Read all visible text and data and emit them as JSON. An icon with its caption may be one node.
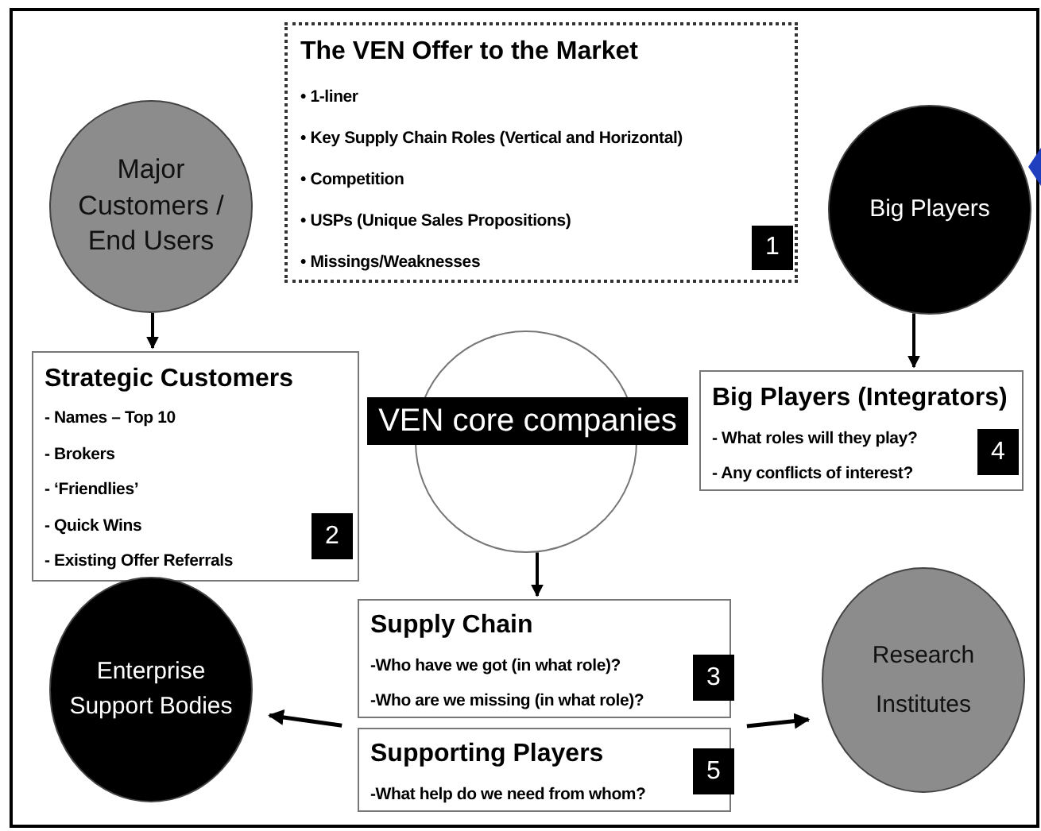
{
  "diagram": {
    "nodes": [
      {
        "text": [
          "The VEN Offer to the Market",
          "• 1-liner",
          "• Key Supply Chain Roles (Vertical and Horizontal)",
          "• Competition",
          "• USPs (Unique Sales Propositions)",
          "• Missings/Weaknesses"
        ]
      },
      {
        "text": [
          "1"
        ],
        "in": 0
      },
      {
        "text": [
          "Major Customers / End Users"
        ]
      },
      {
        "text": [
          "Big Players"
        ]
      },
      {
        "text": [
          "Strategic Customers",
          "- Names – Top 10",
          "- Brokers",
          "- ‘Friendlies’",
          "- Quick Wins",
          "- Existing Offer Referrals"
        ]
      },
      {
        "text": [
          "2"
        ],
        "in": 4
      },
      {
        "text": [],
        "shape": "circle"
      },
      {
        "text": [
          "VEN core companies"
        ]
      },
      {
        "text": [
          "Big Players (Integrators)",
          "- What roles will they play?",
          "- Any conflicts of interest?"
        ]
      },
      {
        "text": [
          "4"
        ],
        "in": 8
      },
      {
        "text": [
          "Enterprise Support Bodies"
        ]
      },
      {
        "text": [
          "Supply Chain",
          "-Who have we got (in what role)?",
          "-Who are we missing (in what role)?"
        ]
      },
      {
        "text": [
          "3"
        ],
        "in": 11
      },
      {
        "text": [
          "Supporting Players",
          "-What help do we need from whom?"
        ]
      },
      {
        "text": [
          "5"
        ],
        "in": 13
      },
      {
        "text": [
          "Research Institutes"
        ]
      }
    ],
    "edges": [
      {
        "from": 2,
        "to": 4,
        "arrow": "to"
      },
      {
        "from": 3,
        "to": 8,
        "arrow": "to"
      },
      {
        "from": 6,
        "to": 11,
        "arrow": "to"
      },
      {
        "from": 13,
        "to": 10,
        "arrow": "to"
      },
      {
        "from": 13,
        "to": 15,
        "arrow": "to"
      }
    ]
  }
}
